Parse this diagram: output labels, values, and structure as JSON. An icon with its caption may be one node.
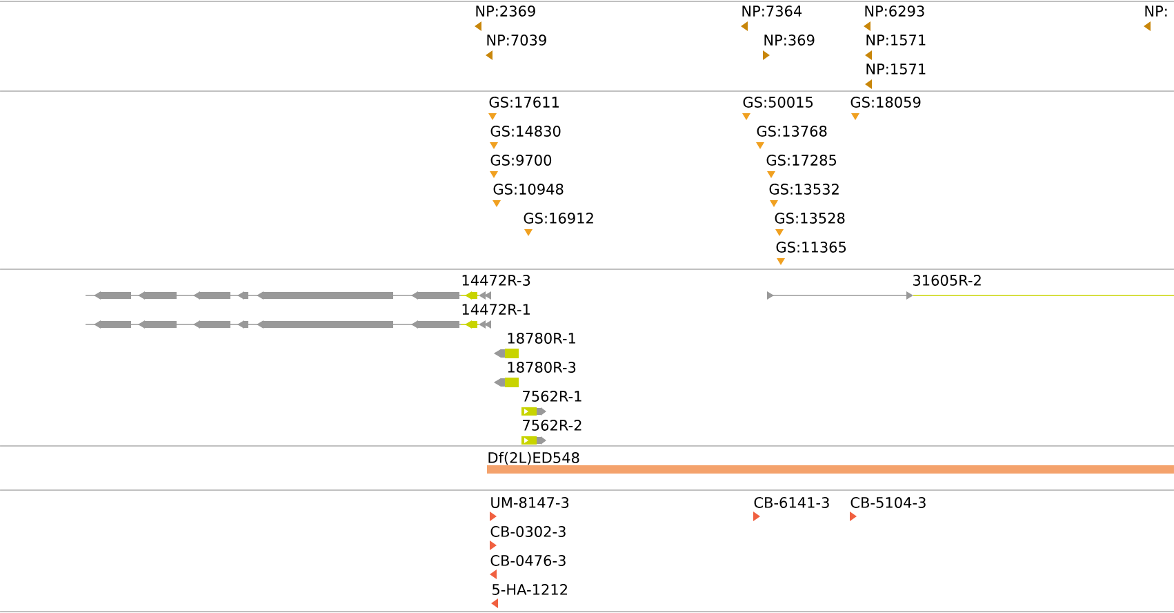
{
  "diagram": {
    "labels": [
      "NP:2369",
      "NP:7364",
      "NP:6293",
      "NP:",
      "NP:7039",
      "NP:369",
      "NP:1571",
      "NP:1571",
      "GS:17611",
      "GS:50015",
      "GS:18059",
      "GS:14830",
      "GS:13768",
      "GS:9700",
      "GS:17285",
      "GS:10948",
      "GS:13532",
      "GS:16912",
      "GS:13528",
      "GS:11365",
      "14472R-3",
      "31605R-2",
      "14472R-1",
      "18780R-1",
      "18780R-3",
      "7562R-1",
      "7562R-2",
      "Df(2L)ED548",
      "UM-8147-3",
      "CB-6141-3",
      "CB-5104-3",
      "CB-0302-3",
      "CB-0476-3",
      "5-HA-1212"
    ]
  }
}
